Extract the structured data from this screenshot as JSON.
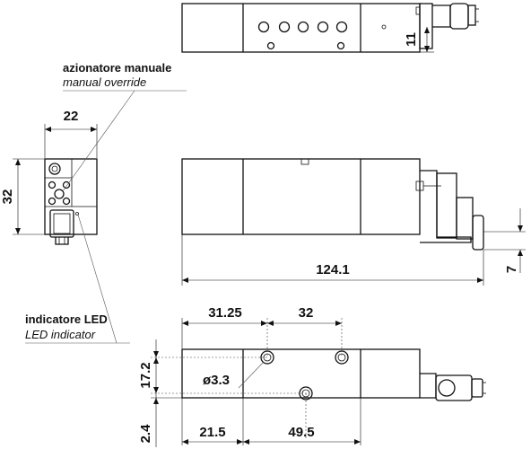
{
  "labels": {
    "manual_override_it": "azionatore manuale",
    "manual_override_en": "manual override",
    "led_indicator_it": "indicatore LED",
    "led_indicator_en": "LED indicator"
  },
  "dimensions": {
    "top_height": "11",
    "side_width": "22",
    "side_height": "32",
    "total_length": "124.1",
    "coil_offset": "7",
    "hole_pitch_a": "31.25",
    "hole_pitch_b": "32",
    "height_17_2": "17.2",
    "hole_diameter": "ø3.3",
    "offset_2_4": "2.4",
    "length_21_5": "21.5",
    "length_49_5": "49.5"
  }
}
